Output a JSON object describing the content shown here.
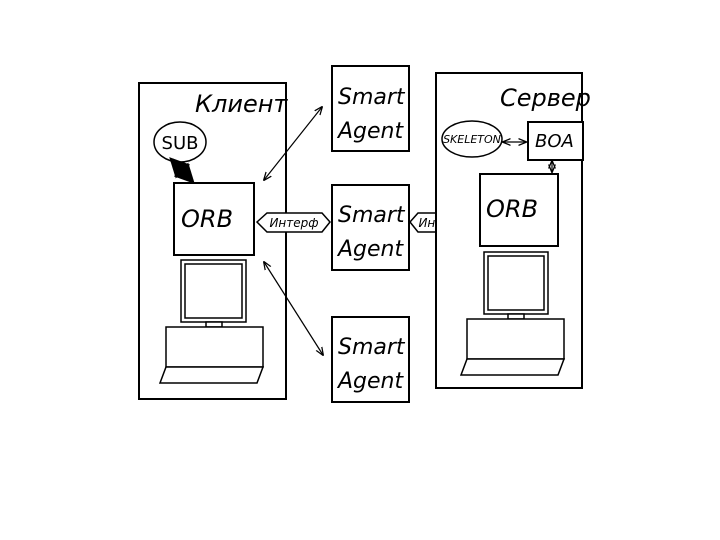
{
  "client": {
    "title": "Клиент",
    "stub": "SUB",
    "orb": "ORB"
  },
  "server": {
    "title": "Сервер",
    "skeleton": "SKELETON",
    "boa": "BOA",
    "orb": "ORB"
  },
  "agents": [
    {
      "line1": "Smart",
      "line2": "Agent"
    },
    {
      "line1": "Smart",
      "line2": "Agent"
    },
    {
      "line1": "Smart",
      "line2": "Agent"
    }
  ],
  "interfaces": {
    "left": "Интерф",
    "right": "Интерф"
  }
}
